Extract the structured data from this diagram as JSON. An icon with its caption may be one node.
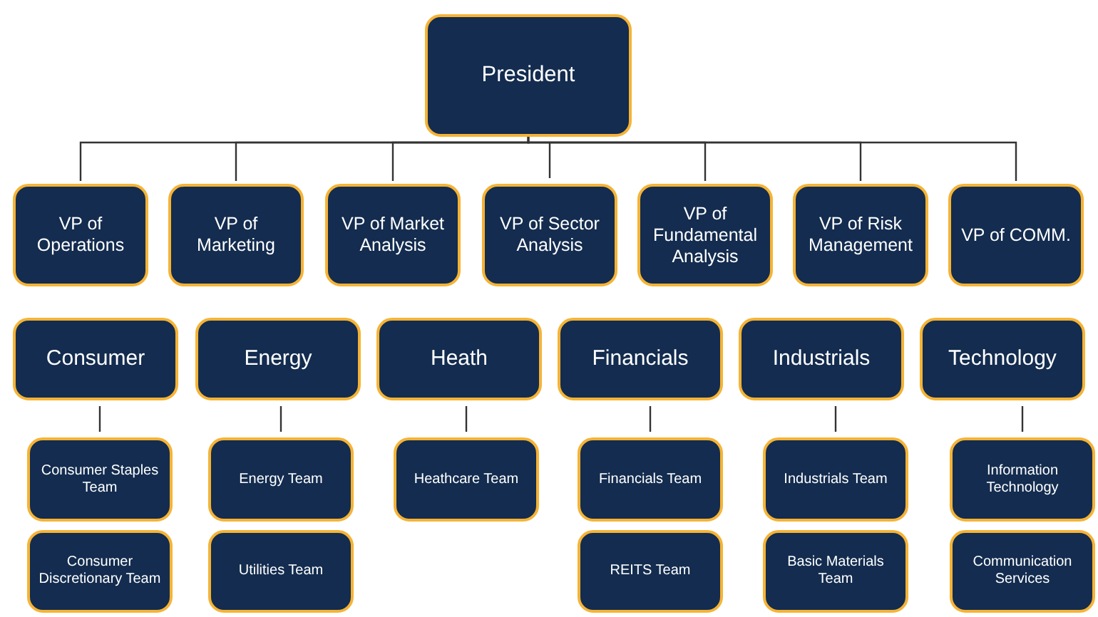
{
  "diagram": {
    "nodes": [
      {
        "text": [
          "President"
        ]
      },
      {
        "text": [
          "VP of Operations"
        ]
      },
      {
        "text": [
          "VP of Marketing"
        ]
      },
      {
        "text": [
          "VP of Market Analysis"
        ]
      },
      {
        "text": [
          "VP of Sector Analysis"
        ]
      },
      {
        "text": [
          "VP of Fundamental Analysis"
        ]
      },
      {
        "text": [
          "VP of Risk Management"
        ]
      },
      {
        "text": [
          "VP of COMM."
        ]
      },
      {
        "text": [
          "Consumer"
        ]
      },
      {
        "text": [
          "Energy"
        ]
      },
      {
        "text": [
          "Heath"
        ]
      },
      {
        "text": [
          "Financials"
        ]
      },
      {
        "text": [
          "Industrials"
        ]
      },
      {
        "text": [
          "Technology"
        ]
      },
      {
        "text": [
          "Consumer Staples Team"
        ]
      },
      {
        "text": [
          "Energy Team"
        ]
      },
      {
        "text": [
          "Heathcare Team"
        ]
      },
      {
        "text": [
          "Financials Team"
        ]
      },
      {
        "text": [
          "Industrials Team"
        ]
      },
      {
        "text": [
          "Information Technology"
        ]
      },
      {
        "text": [
          "Consumer Discretionary Team"
        ]
      },
      {
        "text": [
          "Utilities Team"
        ]
      },
      {
        "text": [
          "REITS Team"
        ]
      },
      {
        "text": [
          "Basic Materials Team"
        ]
      },
      {
        "text": [
          "Communication Services"
        ]
      }
    ],
    "edges": [
      {
        "from": 0,
        "to": 1,
        "arrow": "none"
      },
      {
        "from": 0,
        "to": 2,
        "arrow": "none"
      },
      {
        "from": 0,
        "to": 3,
        "arrow": "none"
      },
      {
        "from": 0,
        "to": 4,
        "arrow": "none"
      },
      {
        "from": 0,
        "to": 5,
        "arrow": "none"
      },
      {
        "from": 0,
        "to": 6,
        "arrow": "none"
      },
      {
        "from": 0,
        "to": 7,
        "arrow": "none"
      },
      {
        "from": 8,
        "to": 14,
        "arrow": "none"
      },
      {
        "from": 9,
        "to": 15,
        "arrow": "none"
      },
      {
        "from": 10,
        "to": 16,
        "arrow": "none"
      },
      {
        "from": 11,
        "to": 17,
        "arrow": "none"
      },
      {
        "from": 12,
        "to": 18,
        "arrow": "none"
      },
      {
        "from": 13,
        "to": 19,
        "arrow": "none"
      }
    ]
  }
}
